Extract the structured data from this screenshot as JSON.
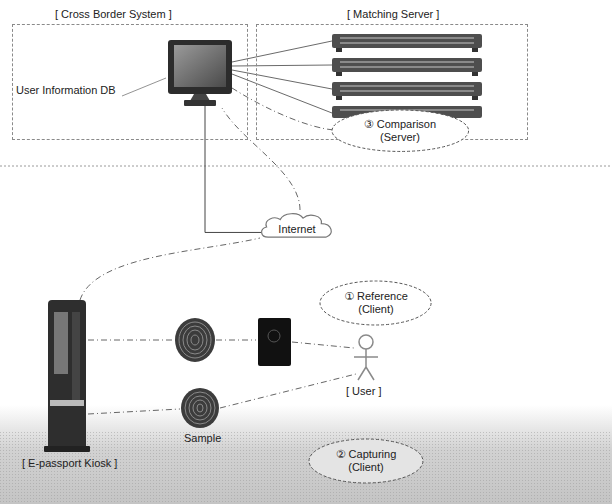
{
  "diagram": {
    "nodes": [
      {
        "text": [
          "[ Cross Border System ]"
        ]
      },
      {
        "text": [
          "[ Matching Server ]"
        ]
      },
      {
        "text": [
          "③ Comparison (Server)"
        ]
      },
      {
        "text": [
          "Internet"
        ]
      },
      {
        "text": [
          "① Reference (Client)"
        ]
      },
      {
        "text": [
          "② Capturing (Client)"
        ]
      }
    ],
    "edges": [
      {
        "from": 3,
        "to": 0,
        "arrow": "none"
      }
    ],
    "labels": [
      "User Information DB",
      "[ E-passport Kiosk ]",
      "Sample",
      "[ User ]"
    ]
  }
}
